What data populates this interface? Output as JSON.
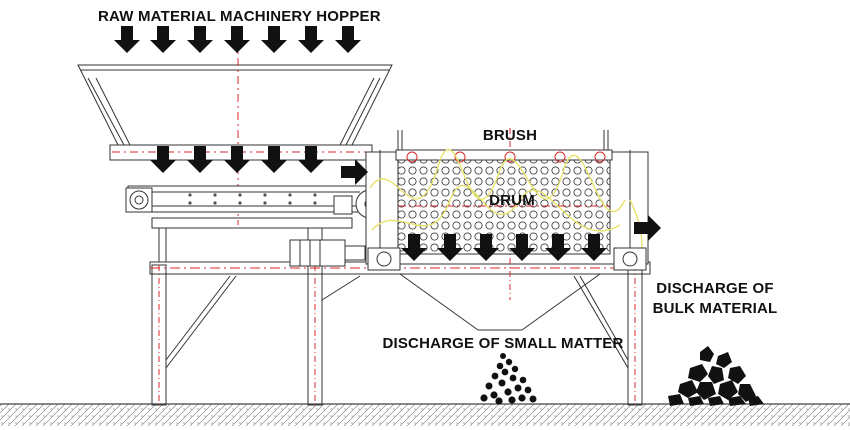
{
  "labels": {
    "hopper": "RAW MATERIAL MACHINERY HOPPER",
    "brush": "BRUSH",
    "drum": "DRUM",
    "bulk_line1": "DISCHARGE OF",
    "bulk_line2": "BULK MATERIAL",
    "small": "DISCHARGE OF SMALL MATTER"
  },
  "colors": {
    "line": "#333333",
    "centerline": "#d92a2a",
    "flow": "#e8e36a",
    "arrow": "#111111",
    "ground": "#555555"
  }
}
